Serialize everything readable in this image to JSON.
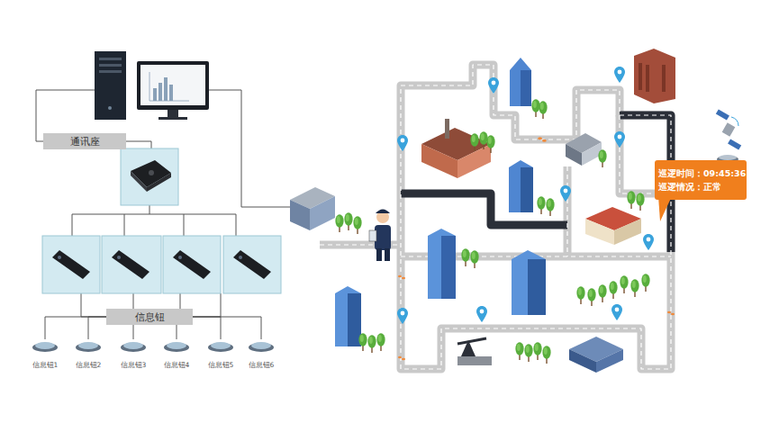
{
  "diagram": {
    "nodes": [
      {
        "text": [
          "通讯座"
        ]
      },
      {
        "text": [
          "信息钮"
        ]
      },
      {
        "text": [
          "信息钮1"
        ]
      },
      {
        "text": [
          "信息钮2"
        ]
      },
      {
        "text": [
          "信息钮3"
        ]
      },
      {
        "text": [
          "信息钮4"
        ]
      },
      {
        "text": [
          "信息钮5"
        ]
      },
      {
        "text": [
          "信息钮6"
        ]
      },
      {
        "text": [
          "巡逻时间：09:45:36",
          "巡逻情况：正常"
        ]
      }
    ],
    "edges": [
      {
        "from": 1,
        "to": 2,
        "arrow": "none"
      },
      {
        "from": 1,
        "to": 3,
        "arrow": "none"
      },
      {
        "from": 1,
        "to": 4,
        "arrow": "none"
      },
      {
        "from": 1,
        "to": 5,
        "arrow": "none"
      },
      {
        "from": 1,
        "to": 6,
        "arrow": "none"
      },
      {
        "from": 1,
        "to": 7,
        "arrow": "none"
      }
    ]
  }
}
